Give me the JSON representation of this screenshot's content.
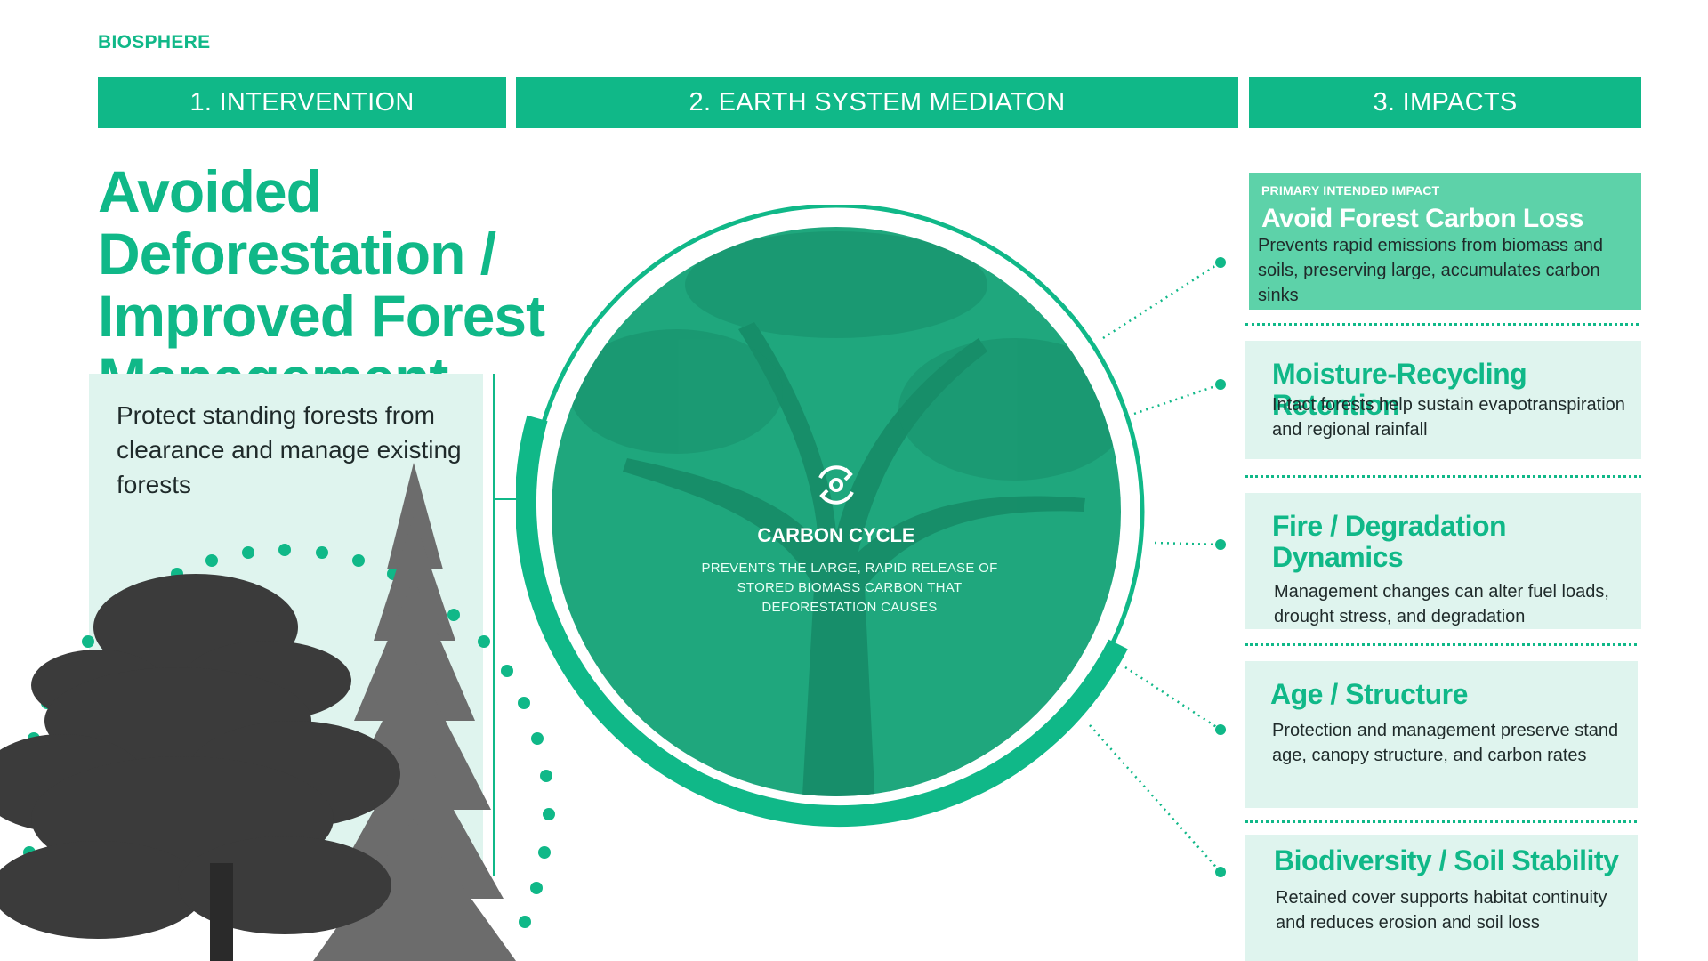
{
  "header": {
    "eyebrow": "BIOSPHERE"
  },
  "stages": [
    {
      "label": "1. INTERVENTION"
    },
    {
      "label": "2. EARTH SYSTEM MEDIATON"
    },
    {
      "label": "3. IMPACTS"
    }
  ],
  "intervention": {
    "title": "Avoided Deforestation / Improved Forest Management",
    "description": "Protect standing forests from clearance and manage existing forests"
  },
  "mediation": {
    "icon": "cycle-icon",
    "title": "CARBON CYCLE",
    "description": "PREVENTS THE LARGE, RAPID RELEASE OF STORED BIOMASS CARBON THAT DEFORESTATION CAUSES"
  },
  "impacts": [
    {
      "label": "PRIMARY INTENDED IMPACT",
      "title": "Avoid Forest Carbon Loss",
      "description": "Prevents rapid emissions from biomass and soils, preserving large, accumulates carbon sinks"
    },
    {
      "title": "Moisture-Recycling Retention",
      "description": "Intact forests help sustain evapotranspiration and regional rainfall"
    },
    {
      "title": "Fire / Degradation Dynamics",
      "description": "Management changes can alter fuel loads, drought stress, and degradation"
    },
    {
      "title": "Age / Structure",
      "description": "Protection and management preserve stand age, canopy structure, and carbon rates"
    },
    {
      "title": "Biodiversity / Soil Stability",
      "description": "Retained cover supports habitat continuity and reduces erosion and soil loss"
    }
  ],
  "colors": {
    "brand": "#10b888",
    "primary_impact": "#5dd2a9",
    "panel": "#dff4ee",
    "photo_tint": "#1fa77d"
  }
}
